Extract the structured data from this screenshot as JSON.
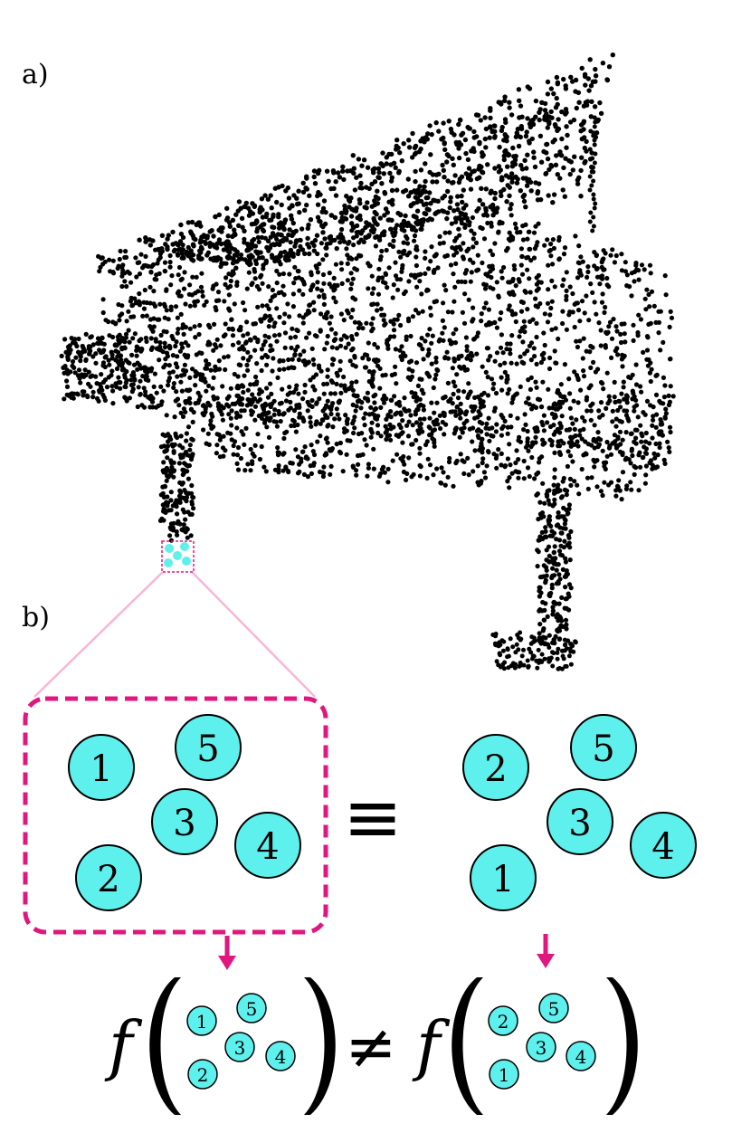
{
  "panel_a": {
    "label": "a)",
    "point_color": "#000000"
  },
  "panel_b": {
    "label": "b)",
    "equiv_symbol": "≡",
    "neq_symbol": "≠",
    "function_symbol": "f",
    "accent_color": "#e0177e",
    "point_fill_color": "#5ef0ec",
    "left_set": [
      "1",
      "5",
      "3",
      "4",
      "2"
    ],
    "right_set": [
      "2",
      "5",
      "3",
      "4",
      "1"
    ]
  }
}
